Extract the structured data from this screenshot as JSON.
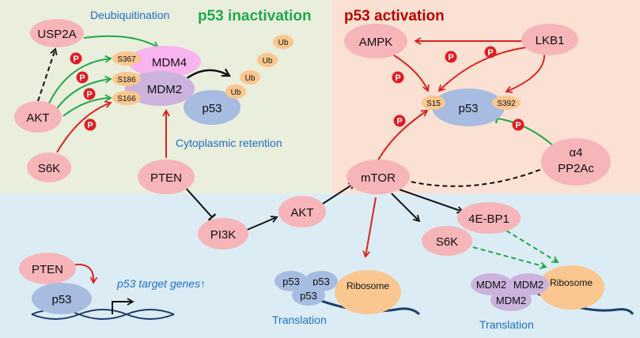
{
  "colors": {
    "inactivation_bg": "#eaeedd",
    "activation_bg": "#fbe1d3",
    "bottom_bg": "#dcecf4",
    "inactivation_title": "#20a84b",
    "activation_title": "#c00000",
    "annotation_blue": "#1f6fbf",
    "node_pink": "#f6b5b9",
    "node_blue": "#a7bce0",
    "node_orange": "#f9c78f",
    "node_purple": "#cbb3dd",
    "node_magenta": "#f7b4ee",
    "arrow_red": "#e02020",
    "arrow_green": "#22a84b",
    "arrow_black": "#111111",
    "phospho_red": "#e31b23"
  },
  "titles": {
    "inactivation": "p53 inactivation",
    "activation": "p53 activation"
  },
  "annotations": {
    "deubiquitination": "Deubiquitination",
    "cytoplasmic_retention": "Cytoplasmic retention",
    "target_genes": "p53 target genes",
    "up_arrow": "↑",
    "translation_left": "Translation",
    "translation_right": "Translation"
  },
  "phospho_label": "P",
  "nodes": {
    "usp2a": "USP2A",
    "akt_left": "AKT",
    "s6k_left": "S6K",
    "pten_mid": "PTEN",
    "mdm4": "MDM4",
    "mdm2": "MDM2",
    "p53_left": "p53",
    "s367": "S367",
    "s186": "S186",
    "s166": "S166",
    "ub1": "Ub",
    "ub2": "Ub",
    "ub3": "Ub",
    "ub4": "Ub",
    "ampk": "AMPK",
    "lkb1": "LKB1",
    "s15": "S15",
    "p53_right": "p53",
    "s392": "S392",
    "alpha4": "α4",
    "pp2ac": "PP2Ac",
    "mtor": "mTOR",
    "pi3k": "PI3K",
    "akt_mid": "AKT",
    "ebp1": "4E-BP1",
    "s6k_right": "S6K",
    "pten_bottom": "PTEN",
    "p53_bottom": "p53",
    "tl_p53_a": "p53",
    "tl_p53_b": "p53",
    "tl_p53_c": "p53",
    "ribosome_left": "Ribosome",
    "mdm2_a": "MDM2",
    "mdm2_b": "MDM2",
    "mdm2_c": "MDM2",
    "ribosome_right": "Ribosome"
  }
}
